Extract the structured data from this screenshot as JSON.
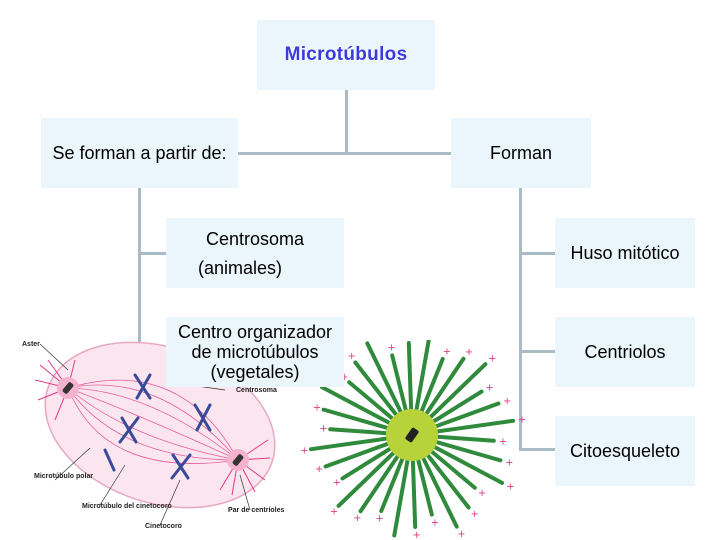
{
  "title": "Microtúbulos",
  "left_branch": {
    "header": "Se forman a partir de:",
    "items": [
      {
        "line1": "Centrosoma",
        "line2": "(animales)"
      },
      {
        "text": "Centro organizador de microtúbulos (vegetales)"
      }
    ]
  },
  "right_branch": {
    "header": "Forman",
    "items": [
      "Huso mitótico",
      "Centriolos",
      "Citoesqueleto"
    ]
  },
  "illustration_labels": {
    "aster": "Aster",
    "centrosoma": "Centrosoma",
    "microtubulo_polar": "Microtúbulo polar",
    "microtubulo_cinetocoro": "Microtúbulo del cinetocoro",
    "cinetocoro": "Cinetocoro",
    "par_centriolos": "Par de centríoles"
  },
  "colors": {
    "box_bg": "#eaf5fc",
    "connector": "#a9bcc6",
    "title": "#3b3bdc",
    "spindle_pink": "#e23a8a",
    "aster_green": "#2f8a3c",
    "aster_center": "#b8d23a"
  }
}
